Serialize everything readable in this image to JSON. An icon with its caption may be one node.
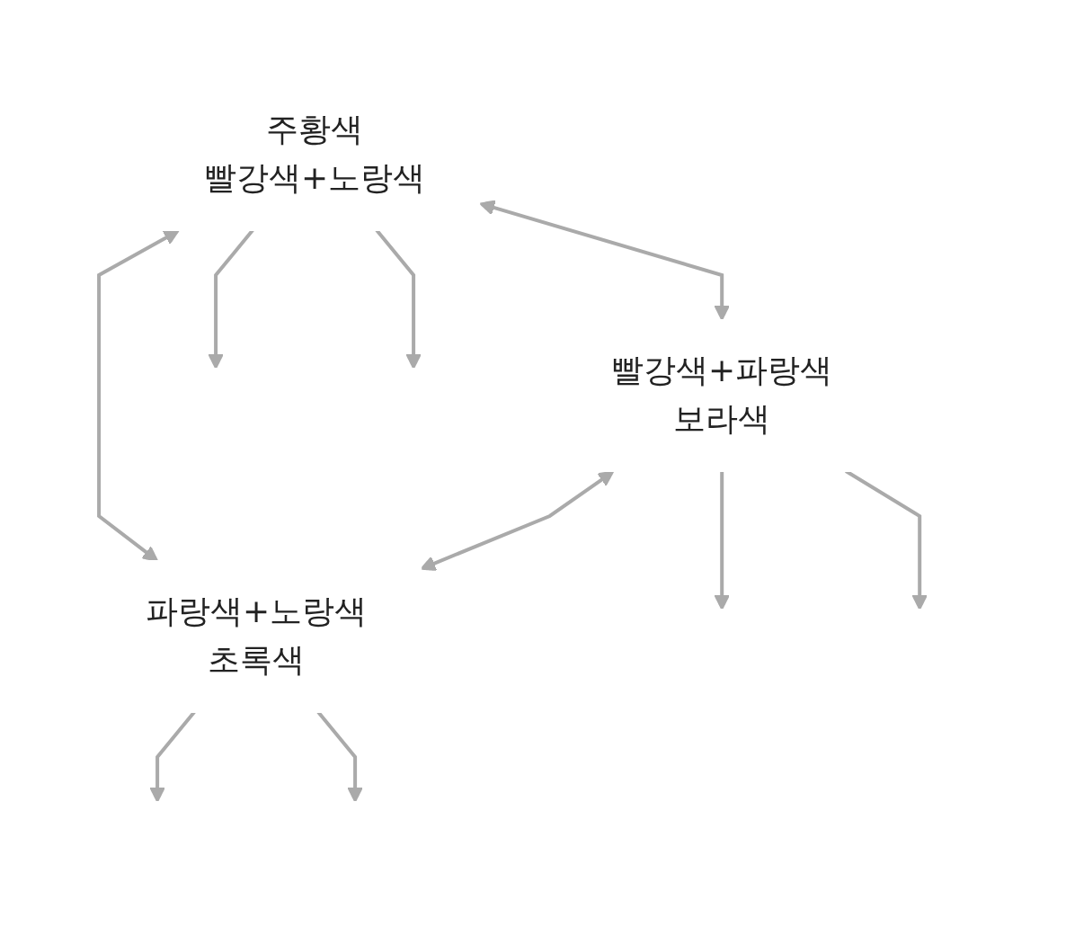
{
  "diagram": {
    "nodes": [
      {
        "text": [
          "주황색",
          "빨강색+노랑색"
        ]
      },
      {
        "text": [
          "빨강색+파랑색",
          "보라색"
        ]
      },
      {
        "text": [
          "파랑색+노랑색",
          "초록색"
        ]
      }
    ],
    "edges": [
      {
        "from": 0,
        "to": 1,
        "arrow": "both"
      },
      {
        "from": 0,
        "to": 2,
        "arrow": "both"
      },
      {
        "from": 1,
        "to": 2,
        "arrow": "both"
      },
      {
        "from": 0,
        "to": null,
        "arrow": "to"
      },
      {
        "from": 0,
        "to": null,
        "arrow": "to"
      },
      {
        "from": 1,
        "to": null,
        "arrow": "to"
      },
      {
        "from": 1,
        "to": null,
        "arrow": "to"
      },
      {
        "from": 2,
        "to": null,
        "arrow": "to"
      },
      {
        "from": 2,
        "to": null,
        "arrow": "to"
      }
    ]
  }
}
